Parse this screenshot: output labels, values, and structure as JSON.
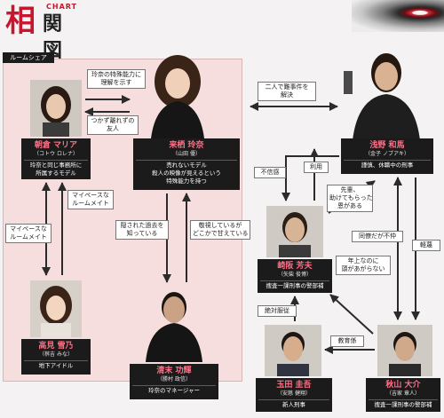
{
  "header": {
    "title_kanji_1": "相",
    "title_kanji_2": "関図",
    "title_sub": "CHART"
  },
  "room_share_label": "ルームシェア",
  "characters": [
    {
      "id": "mari",
      "name": "朝倉 マリア",
      "actor": "（コトウ ロレナ）",
      "desc": [
        "玲奈と同じ事務所に",
        "所属するモデル"
      ]
    },
    {
      "id": "rena",
      "name": "来栖 玲奈",
      "actor": "（山田 優）",
      "desc": [
        "売れないモデル",
        "殺人の映像が見えるという",
        "特殊能力を持つ"
      ]
    },
    {
      "id": "kazuma",
      "name": "浅野 和馬",
      "actor": "（金子 ノブアキ）",
      "desc": [
        "謹慎、休職中の刑事"
      ]
    },
    {
      "id": "yukino",
      "name": "高見 雪乃",
      "actor": "（桝吉 みな）",
      "desc": [
        "地下アイドル"
      ]
    },
    {
      "id": "kouki",
      "name": "清末 功輝",
      "actor": "（勝村 政信）",
      "desc": [
        "玲奈のマネージャー"
      ]
    },
    {
      "id": "yoshio",
      "name": "崎阪 芳夫",
      "actor": "（矢柴 俊博）",
      "desc": [
        "捜査一課刑事の警部補"
      ]
    },
    {
      "id": "keigo",
      "name": "玉田 圭吾",
      "actor": "（安慈 健翔）",
      "desc": [
        "新人刑事"
      ]
    },
    {
      "id": "daisuke",
      "name": "秋山 大介",
      "actor": "（吉家 章人）",
      "desc": [
        "捜査一課刑事の警部補"
      ]
    }
  ],
  "relations": [
    {
      "id": "r1",
      "lines": [
        "玲奈の特殊能力に",
        "理解を示す"
      ]
    },
    {
      "id": "r2",
      "lines": [
        "つかず離れずの",
        "友人"
      ]
    },
    {
      "id": "r3",
      "lines": [
        "二人で難事件を",
        "解決"
      ]
    },
    {
      "id": "r4",
      "lines": [
        "マイペースな",
        "ルームメイト"
      ]
    },
    {
      "id": "r5",
      "lines": [
        "マイペースな",
        "ルームメイト"
      ]
    },
    {
      "id": "r6",
      "lines": [
        "隠された過去を",
        "知っている"
      ]
    },
    {
      "id": "r7",
      "lines": [
        "敬視しているが",
        "どこかで甘えている"
      ]
    },
    {
      "id": "r8",
      "lines": [
        "不信感"
      ]
    },
    {
      "id": "r9",
      "lines": [
        "利用"
      ]
    },
    {
      "id": "r10",
      "lines": [
        "先輩、",
        "助けてもらった",
        "恩がある"
      ]
    },
    {
      "id": "r11",
      "lines": [
        "同僚だが不仲"
      ]
    },
    {
      "id": "r12",
      "lines": [
        "軽蔑"
      ]
    },
    {
      "id": "r13",
      "lines": [
        "年上なのに",
        "頭があがらない"
      ]
    },
    {
      "id": "r14",
      "lines": [
        "絶対服従"
      ]
    },
    {
      "id": "r15",
      "lines": [
        "教育係"
      ]
    }
  ],
  "colors": {
    "accent": "#c8162e",
    "name_pink": "#ff6f86",
    "name_box": "#1b1b1b",
    "room_bg": "#f6dede",
    "arrow": "#2b2b2b"
  }
}
